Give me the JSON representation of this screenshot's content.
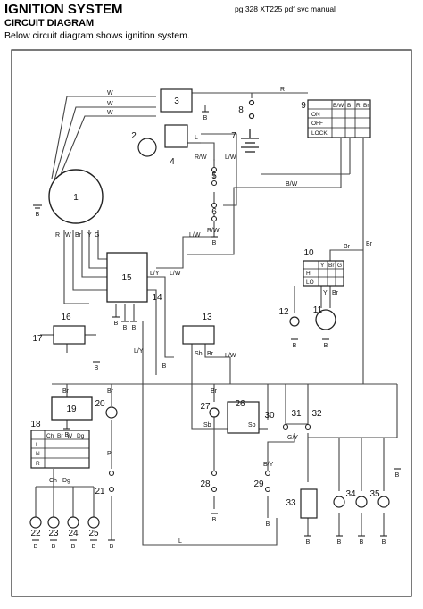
{
  "header": {
    "title": "IGNITION SYSTEM",
    "meta": "pg 328 XT225 pdf svc manual",
    "subtitle": "CIRCUIT DIAGRAM",
    "description": "Below circuit diagram shows ignition system."
  },
  "components": [
    "1",
    "2",
    "3",
    "4",
    "5",
    "6",
    "7",
    "8",
    "9",
    "10",
    "11",
    "12",
    "13",
    "14",
    "15",
    "16",
    "17",
    "18",
    "19",
    "20",
    "21",
    "22",
    "23",
    "24",
    "25",
    "26",
    "27",
    "28",
    "29",
    "30",
    "31",
    "32",
    "33",
    "34",
    "35"
  ],
  "wire_labels": {
    "w1": "W",
    "w2": "W",
    "w3": "W",
    "r_top": "R",
    "l_top": "L",
    "rw1": "R/W",
    "lw1": "L/W",
    "bw1": "B/W",
    "s_r": "R",
    "s_w": "W",
    "s_br": "Br",
    "s_y": "Y",
    "s_g": "G",
    "ly": "L/Y",
    "lw2": "L/W",
    "lw3": "L/W",
    "lw4": "L/W",
    "rw2": "R/W",
    "sb1": "Sb",
    "br1": "Br",
    "br_10": "Br",
    "y1": "Y",
    "br_11": "Br",
    "br_19": "Br",
    "br_21": "Br",
    "p1": "P",
    "ch": "Ch",
    "dg": "Dg",
    "br_27": "Br",
    "sb2": "Sb",
    "sb3": "Sb",
    "gy": "G/Y",
    "by": "B/Y",
    "br_bot": "Br",
    "l_bot": "L",
    "ly_bot": "L/Y"
  },
  "ground_labels": [
    "B",
    "B",
    "B",
    "B",
    "B",
    "B",
    "B",
    "B",
    "B",
    "B",
    "B",
    "B",
    "B",
    "B",
    "B",
    "B",
    "B",
    "B",
    "B",
    "B",
    "B",
    "B",
    "B"
  ],
  "switch_9": {
    "headers": [
      "B/W",
      "B",
      "R",
      "Br"
    ],
    "rows": [
      "ON",
      "OFF",
      "LOCK"
    ]
  },
  "switch_10": {
    "headers": [
      "Y",
      "Br",
      "G"
    ],
    "rows": [
      "HI",
      "LO"
    ]
  },
  "switch_18": {
    "headers": [
      "Ch",
      "Br",
      "W",
      "Dg"
    ],
    "rows": [
      "L",
      "N",
      "R"
    ]
  },
  "colors": {
    "ink": "#222222",
    "paper": "#ffffff",
    "wire": "#444444"
  }
}
